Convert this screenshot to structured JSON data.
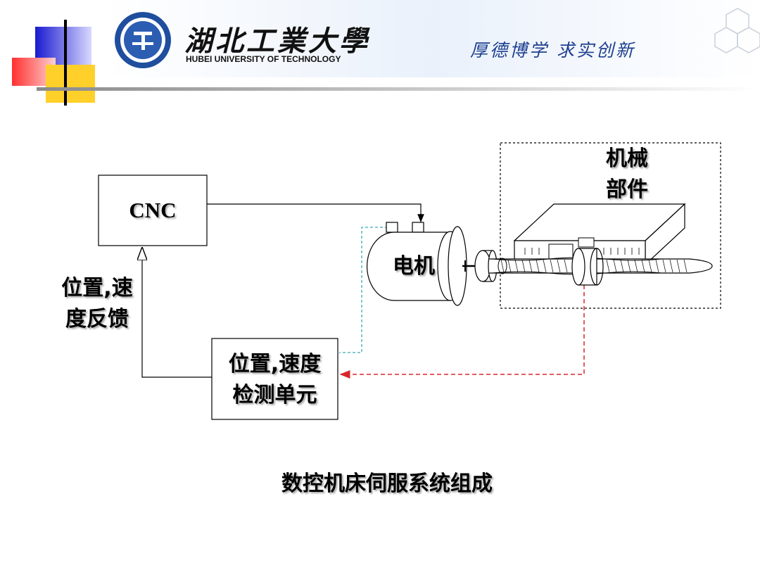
{
  "header": {
    "university_cn": "湖北工業大學",
    "university_en": "HUBEI UNIVERSITY OF TECHNOLOGY",
    "motto": "厚德博学  求实创新",
    "colors": {
      "blue": "#2a2ad6",
      "red": "#ff3b3b",
      "yellow": "#ffd02a",
      "motto": "#1c3f8f"
    }
  },
  "diagram": {
    "cnc": "CNC",
    "motor": "电机",
    "mechanical_line1": "机械",
    "mechanical_line2": "部件",
    "feedback_line1": "位置,速",
    "feedback_line2": "度反馈",
    "detector_line1": "位置,速度",
    "detector_line2": "检测单元",
    "colors": {
      "dashed_red": "#d9262b",
      "dashed_cyan": "#3aa9b8"
    }
  },
  "caption": "数控机床伺服系统组成"
}
